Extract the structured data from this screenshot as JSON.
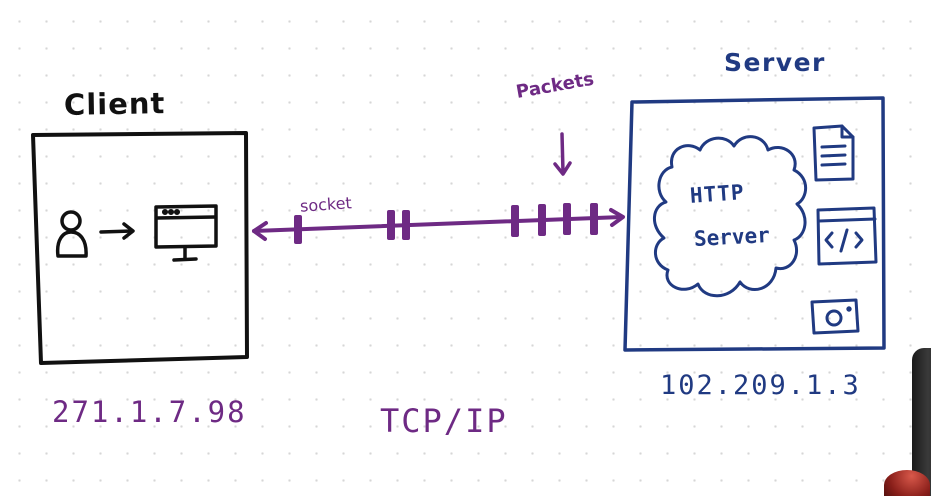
{
  "colors": {
    "ink": "#111111",
    "purple": "#6e2a84",
    "navy": "#203a82",
    "background": "#ffffff",
    "grid_dot": "#d6d6d6"
  },
  "client": {
    "title": "Client",
    "ip": "271.1.7.98",
    "icons": [
      "user-icon",
      "arrow-right-icon",
      "monitor-icon"
    ]
  },
  "server": {
    "title": "Server",
    "ip": "102.209.1.3",
    "http_server_line1": "HTTP",
    "http_server_line2": "Server",
    "icons": [
      "document-icon",
      "code-window-icon",
      "drive-icon"
    ]
  },
  "connection": {
    "socket_label": "socket",
    "packets_label": "Packets",
    "protocol_label": "TCP/IP"
  }
}
